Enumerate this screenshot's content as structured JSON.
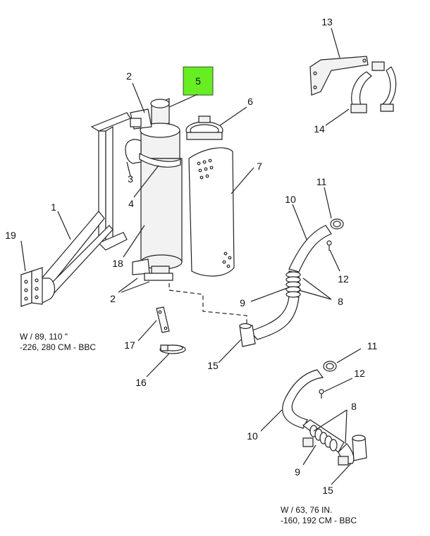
{
  "callouts": {
    "c1": "1",
    "c2a": "2",
    "c2b": "2",
    "c3": "3",
    "c4": "4",
    "c5": "5",
    "c6": "6",
    "c7": "7",
    "c8a": "8",
    "c8b": "8",
    "c9a": "9",
    "c9b": "9",
    "c10a": "10",
    "c10b": "10",
    "c11a": "11",
    "c11b": "11",
    "c12a": "12",
    "c12b": "12",
    "c13": "13",
    "c14": "14",
    "c15a": "15",
    "c15b": "15",
    "c16": "16",
    "c17": "17",
    "c18": "18",
    "c19": "19"
  },
  "notes": {
    "left_line1": "W / 89, 110 \"",
    "left_line2": "-226, 280 CM - BBC",
    "right_line1": "W / 63, 76 IN.",
    "right_line2": "-160, 192 CM - BBC"
  },
  "colors": {
    "highlight": "#66ee22",
    "line": "#222222"
  }
}
